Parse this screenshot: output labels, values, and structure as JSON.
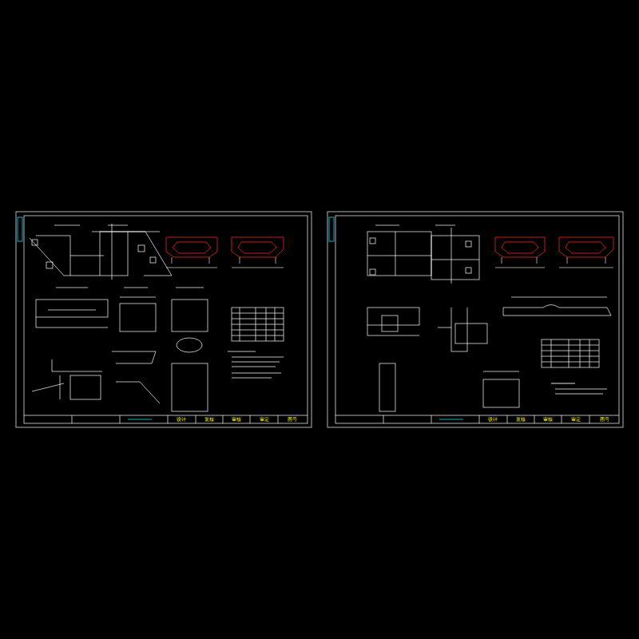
{
  "diagram": {
    "labels": [
      "设计",
      "复核",
      "审核",
      "审定",
      "图号",
      "设计",
      "复核",
      "审核",
      "审定",
      "图号"
    ]
  }
}
